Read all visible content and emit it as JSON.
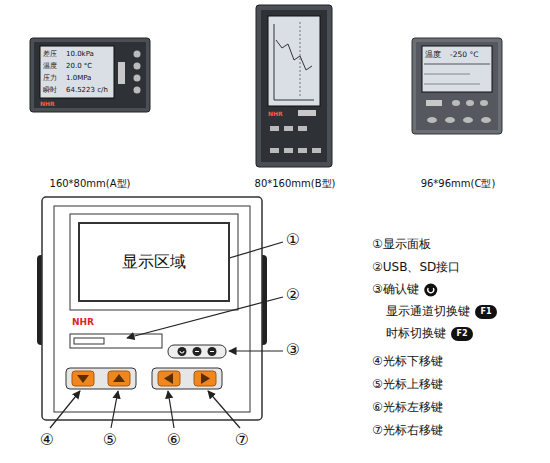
{
  "diagram": {
    "nodes": [
      {
        "text": [
          "显示区域"
        ]
      }
    ],
    "labels": [
      "差压",
      "10.0kPa",
      "温度",
      "20.0 °C",
      "压力",
      "1.0MPa",
      "瞬时",
      "64.5223 c/h",
      "NHR",
      "NHR",
      "温度",
      "-250 °C",
      "160*80mm(A型)",
      "80*160mm(B型)",
      "96*96mm(C型)",
      "NHR",
      "①",
      "②",
      "③",
      "④",
      "⑤",
      "⑥",
      "⑦",
      "①显示面板",
      "②USB、SD接口",
      "③确认键",
      "显示通道切换键",
      "F1",
      "时标切换键",
      "F2",
      "④光标下移键",
      "⑤光标上移键",
      "⑥光标左移键",
      "⑦光标右移键"
    ]
  }
}
